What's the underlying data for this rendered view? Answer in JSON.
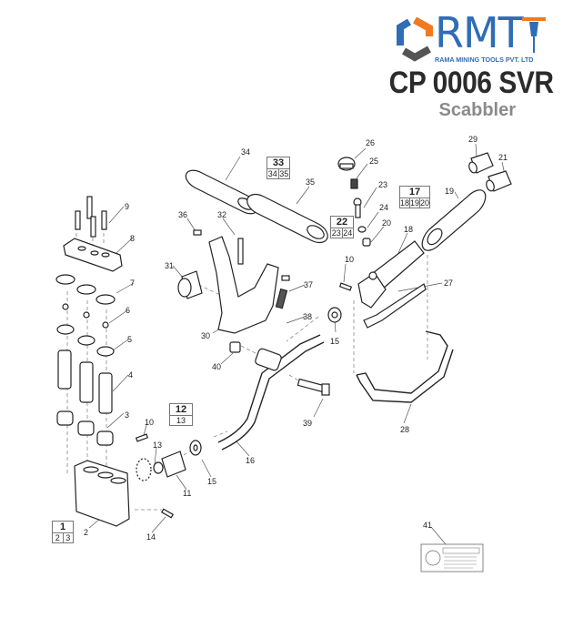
{
  "brand": {
    "logo_text": "RMT",
    "company": "RAMA MINING TOOLS PVT. LTD",
    "colors": {
      "blue": "#2f6db5",
      "orange": "#f07a22",
      "gray": "#555555"
    }
  },
  "header": {
    "model": "CP 0006 SVR",
    "product": "Scabbler"
  },
  "kits": [
    {
      "id": "33",
      "parts": [
        "34",
        "35"
      ]
    },
    {
      "id": "22",
      "parts": [
        "23",
        "24"
      ]
    },
    {
      "id": "17",
      "parts": [
        "18",
        "19",
        "20"
      ]
    },
    {
      "id": "12",
      "parts": [
        "13"
      ]
    },
    {
      "id": "1",
      "parts": [
        "2",
        "3"
      ]
    }
  ],
  "callouts": [
    "34",
    "26",
    "25",
    "23",
    "35",
    "24",
    "22",
    "20",
    "29",
    "21",
    "19",
    "18",
    "36",
    "32",
    "9",
    "8",
    "10",
    "31",
    "37",
    "27",
    "7",
    "38",
    "30",
    "6",
    "15",
    "5",
    "40",
    "4",
    "39",
    "3",
    "28",
    "10",
    "13",
    "16",
    "11",
    "15",
    "2",
    "14",
    "41"
  ],
  "warning_label": {
    "number": "41",
    "heading": "WARNING",
    "text": "To avoid injury before using or operating tool, read and understand supervisor provided safety instructions."
  }
}
